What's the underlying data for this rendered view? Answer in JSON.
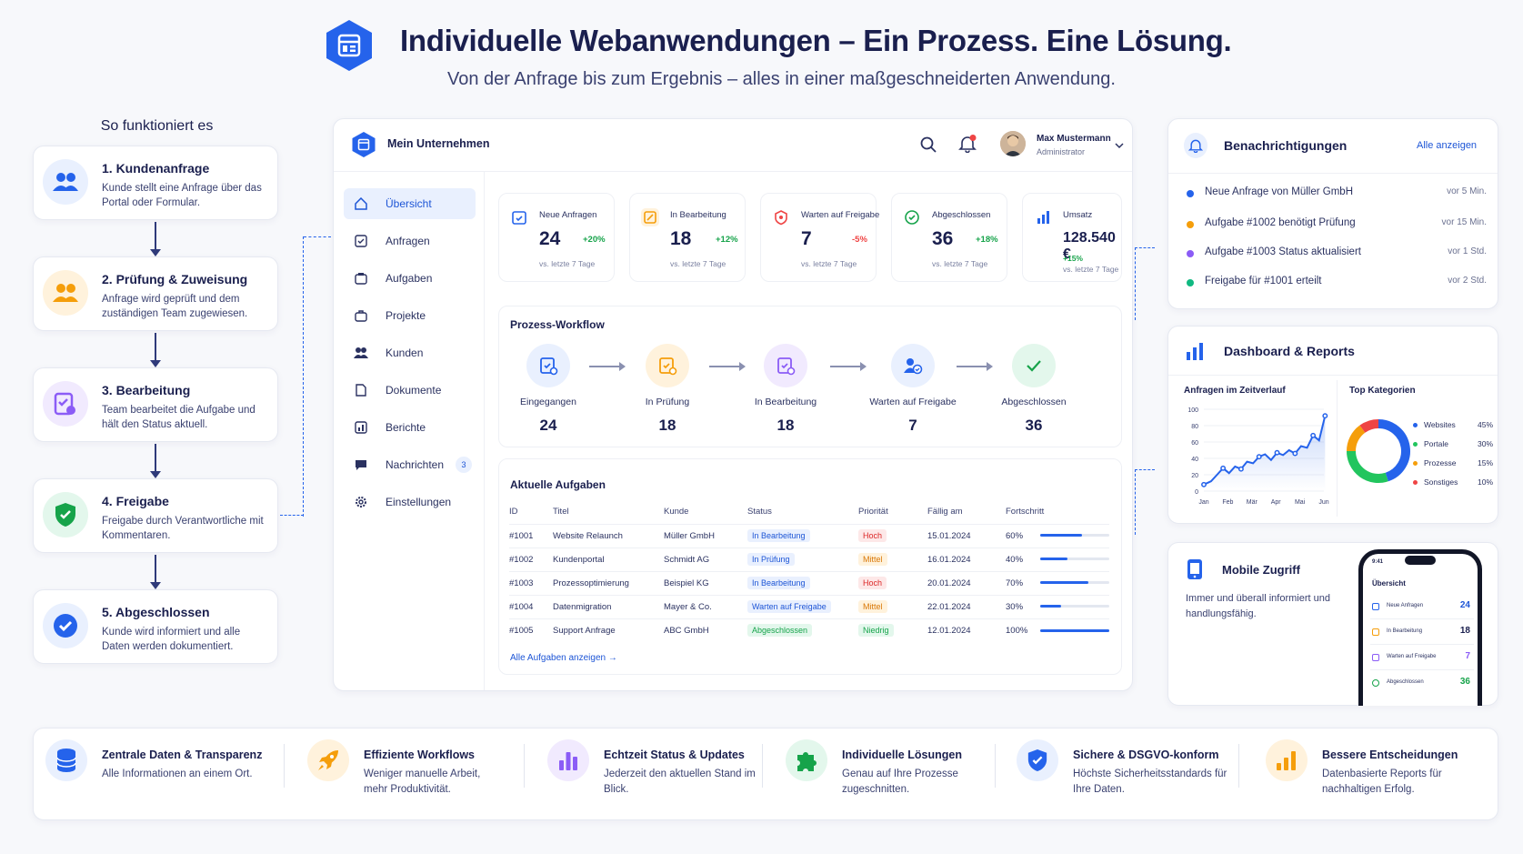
{
  "header": {
    "title": "Individuelle Webanwendungen – Ein Prozess. Eine Lösung.",
    "subtitle": "Von der Anfrage bis zum Ergebnis – alles in einer maßgeschneiderten Anwendung."
  },
  "how": {
    "title": "So funktioniert es",
    "steps": [
      {
        "title": "1. Kundenanfrage",
        "desc": "Kunde stellt eine Anfrage über das Portal oder Formular."
      },
      {
        "title": "2. Prüfung & Zuweisung",
        "desc": "Anfrage wird geprüft und dem zuständigen Team zugewiesen."
      },
      {
        "title": "3. Bearbeitung",
        "desc": "Team bearbeitet die Aufgabe und hält den Status aktuell."
      },
      {
        "title": "4. Freigabe",
        "desc": "Freigabe durch Verantwortliche mit Kommentaren."
      },
      {
        "title": "5. Abgeschlossen",
        "desc": "Kunde wird informiert und alle Daten werden dokumentiert."
      }
    ]
  },
  "app": {
    "company": "Mein Unternehmen",
    "user_name": "Max Mustermann",
    "user_role": "Administrator",
    "nav": [
      {
        "label": "Übersicht"
      },
      {
        "label": "Anfragen"
      },
      {
        "label": "Aufgaben"
      },
      {
        "label": "Projekte"
      },
      {
        "label": "Kunden"
      },
      {
        "label": "Dokumente"
      },
      {
        "label": "Berichte"
      },
      {
        "label": "Nachrichten",
        "badge": "3"
      },
      {
        "label": "Einstellungen"
      }
    ],
    "kpis": [
      {
        "label": "Neue Anfragen",
        "value": "24",
        "delta": "+20%",
        "sub": "vs. letzte 7 Tage"
      },
      {
        "label": "In Bearbeitung",
        "value": "18",
        "delta": "+12%",
        "sub": "vs. letzte 7 Tage"
      },
      {
        "label": "Warten auf Freigabe",
        "value": "7",
        "delta": "-5%",
        "sub": "vs. letzte 7 Tage"
      },
      {
        "label": "Abgeschlossen",
        "value": "36",
        "delta": "+18%",
        "sub": "vs. letzte 7 Tage"
      },
      {
        "label": "Umsatz",
        "value": "128.540 €",
        "delta": "+15%",
        "sub": "vs. letzte 7 Tage"
      }
    ],
    "workflow": {
      "title": "Prozess-Workflow",
      "steps": [
        {
          "label": "Eingegangen",
          "value": "24"
        },
        {
          "label": "In Prüfung",
          "value": "18"
        },
        {
          "label": "In Bearbeitung",
          "value": "18"
        },
        {
          "label": "Warten auf Freigabe",
          "value": "7"
        },
        {
          "label": "Abgeschlossen",
          "value": "36"
        }
      ]
    },
    "tasks": {
      "title": "Aktuelle Aufgaben",
      "columns": [
        "ID",
        "Titel",
        "Kunde",
        "Status",
        "Priorität",
        "Fällig am",
        "Fortschritt"
      ],
      "rows": [
        {
          "id": "#1001",
          "title": "Website Relaunch",
          "customer": "Müller GmbH",
          "status": "In Bearbeitung",
          "priority": "Hoch",
          "due": "15.01.2024",
          "progress": "60%",
          "pct": 60
        },
        {
          "id": "#1002",
          "title": "Kundenportal",
          "customer": "Schmidt AG",
          "status": "In Prüfung",
          "priority": "Mittel",
          "due": "16.01.2024",
          "progress": "40%",
          "pct": 40
        },
        {
          "id": "#1003",
          "title": "Prozessoptimierung",
          "customer": "Beispiel KG",
          "status": "In Bearbeitung",
          "priority": "Hoch",
          "due": "20.01.2024",
          "progress": "70%",
          "pct": 70
        },
        {
          "id": "#1004",
          "title": "Datenmigration",
          "customer": "Mayer & Co.",
          "status": "Warten auf Freigabe",
          "priority": "Mittel",
          "due": "22.01.2024",
          "progress": "30%",
          "pct": 30
        },
        {
          "id": "#1005",
          "title": "Support Anfrage",
          "customer": "ABC GmbH",
          "status": "Abgeschlossen",
          "priority": "Niedrig",
          "due": "12.01.2024",
          "progress": "100%",
          "pct": 100
        }
      ],
      "link": "Alle Aufgaben anzeigen →"
    }
  },
  "notifications": {
    "title": "Benachrichtigungen",
    "link": "Alle anzeigen",
    "items": [
      {
        "text": "Neue Anfrage von Müller GmbH",
        "time": "vor 5 Min.",
        "color": "#2563eb"
      },
      {
        "text": "Aufgabe #1002 benötigt Prüfung",
        "time": "vor 15 Min.",
        "color": "#f59e0b"
      },
      {
        "text": "Aufgabe #1003 Status aktualisiert",
        "time": "vor 1 Std.",
        "color": "#8b5cf6"
      },
      {
        "text": "Freigabe für #1001 erteilt",
        "time": "vor 2 Std.",
        "color": "#10b981"
      }
    ]
  },
  "reports": {
    "title": "Dashboard & Reports",
    "line_title": "Anfragen im Zeitverlauf",
    "donut_title": "Top Kategorien"
  },
  "chart_data": [
    {
      "type": "line",
      "title": "Anfragen im Zeitverlauf",
      "categories": [
        "Jan",
        "Feb",
        "Mär",
        "Apr",
        "Mai",
        "Jun"
      ],
      "y_ticks": [
        "100",
        "80",
        "60",
        "40",
        "20",
        "0"
      ],
      "ylim": [
        0,
        100
      ],
      "x": [
        0,
        0.3,
        0.55,
        0.8,
        1.05,
        1.3,
        1.55,
        1.8,
        2.05,
        2.3,
        2.55,
        2.8,
        3.05,
        3.3,
        3.55,
        3.8,
        4.05,
        4.3,
        4.55,
        4.8,
        5.05
      ],
      "values": [
        8,
        12,
        20,
        28,
        22,
        30,
        27,
        36,
        34,
        42,
        45,
        38,
        47,
        44,
        50,
        46,
        55,
        53,
        68,
        62,
        92
      ]
    },
    {
      "type": "pie",
      "title": "Top Kategorien",
      "categories": [
        "Websites",
        "Portale",
        "Prozesse",
        "Sonstiges"
      ],
      "values": [
        45,
        30,
        15,
        10
      ],
      "labels": [
        "45%",
        "30%",
        "15%",
        "10%"
      ],
      "colors": [
        "#2563eb",
        "#22c55e",
        "#f59e0b",
        "#ef4444"
      ]
    }
  ],
  "mobile": {
    "title": "Mobile Zugriff",
    "desc": "Immer und überall informiert und handlungsfähig.",
    "time": "9:41",
    "screen_title": "Übersicht",
    "items": [
      {
        "label": "Neue Anfragen",
        "value": "24"
      },
      {
        "label": "In Bearbeitung",
        "value": "18"
      },
      {
        "label": "Warten auf Freigabe",
        "value": "7"
      },
      {
        "label": "Abgeschlossen",
        "value": "36"
      }
    ]
  },
  "features": [
    {
      "title": "Zentrale Daten & Transparenz",
      "desc": "Alle Informationen an einem Ort."
    },
    {
      "title": "Effiziente Workflows",
      "desc": "Weniger manuelle Arbeit, mehr Produktivität."
    },
    {
      "title": "Echtzeit Status & Updates",
      "desc": "Jederzeit den aktuellen Stand im Blick."
    },
    {
      "title": "Individuelle Lösungen",
      "desc": "Genau auf Ihre Prozesse zugeschnitten."
    },
    {
      "title": "Sichere & DSGVO-konform",
      "desc": "Höchste Sicherheitsstandards für Ihre Daten."
    },
    {
      "title": "Bessere Entscheidungen",
      "desc": "Datenbasierte Reports für nachhaltigen Erfolg."
    }
  ]
}
